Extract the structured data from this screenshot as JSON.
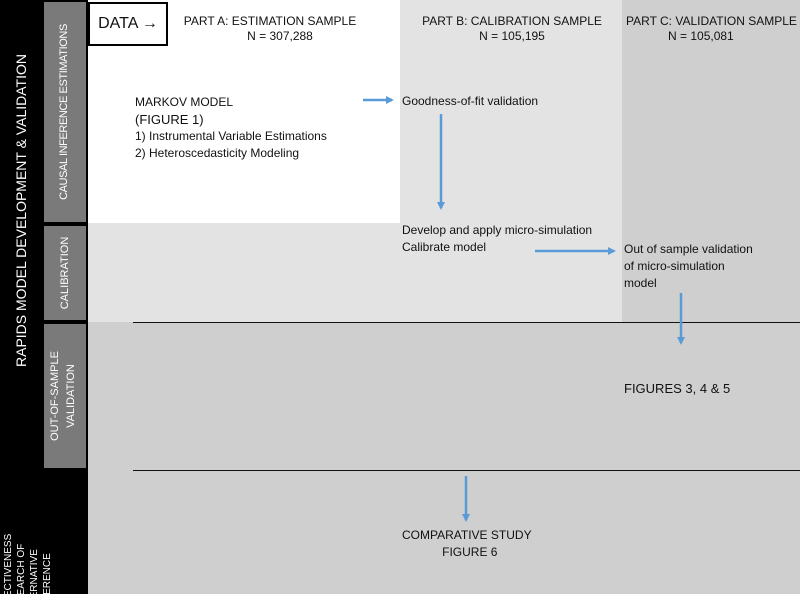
{
  "colors": {
    "black_bar": "#000000",
    "row_label_bg": "#7a7a7a",
    "light_gray": "#e3e3e3",
    "mid_gray": "#d0cfcf",
    "arrow_blue": "#5b9bd5"
  },
  "outer_label": "RAPIDS MODEL DEVELOPMENT & VALIDATION",
  "bottom_label": "COMPARATIVE EFFECTIVENESS RESEARCH OF ALTERNATIVE ADHERENCE",
  "data_box": {
    "label": "DATA →"
  },
  "columns": [
    {
      "title": "PART A: ESTIMATION SAMPLE",
      "n": "N = 307,288"
    },
    {
      "title": "PART B: CALIBRATION SAMPLE",
      "n": "N = 105,195"
    },
    {
      "title": "PART C: VALIDATION SAMPLE",
      "n": "N = 105,081"
    }
  ],
  "rows": [
    {
      "label": "CAUSAL INFERENCE ESTIMATIONS"
    },
    {
      "label": "CALIBRATION"
    },
    {
      "label": "OUT-OF-SAMPLE VALIDATION"
    }
  ],
  "markov": {
    "title": "MARKOV MODEL",
    "figure": "(FIGURE 1)",
    "item1": "1) Instrumental Variable Estimations",
    "item2": "2) Heteroscedasticity Modeling"
  },
  "goodness": "Goodness-of-fit validation",
  "develop": {
    "line1": "Develop and apply micro-simulation",
    "line2": "Calibrate model"
  },
  "oos": {
    "line1": "Out of sample validation",
    "line2": "of micro-simulation",
    "line3": "model"
  },
  "figures345": "FIGURES 3, 4 & 5",
  "comparative": {
    "line1": "COMPARATIVE STUDY",
    "line2": "FIGURE 6"
  }
}
